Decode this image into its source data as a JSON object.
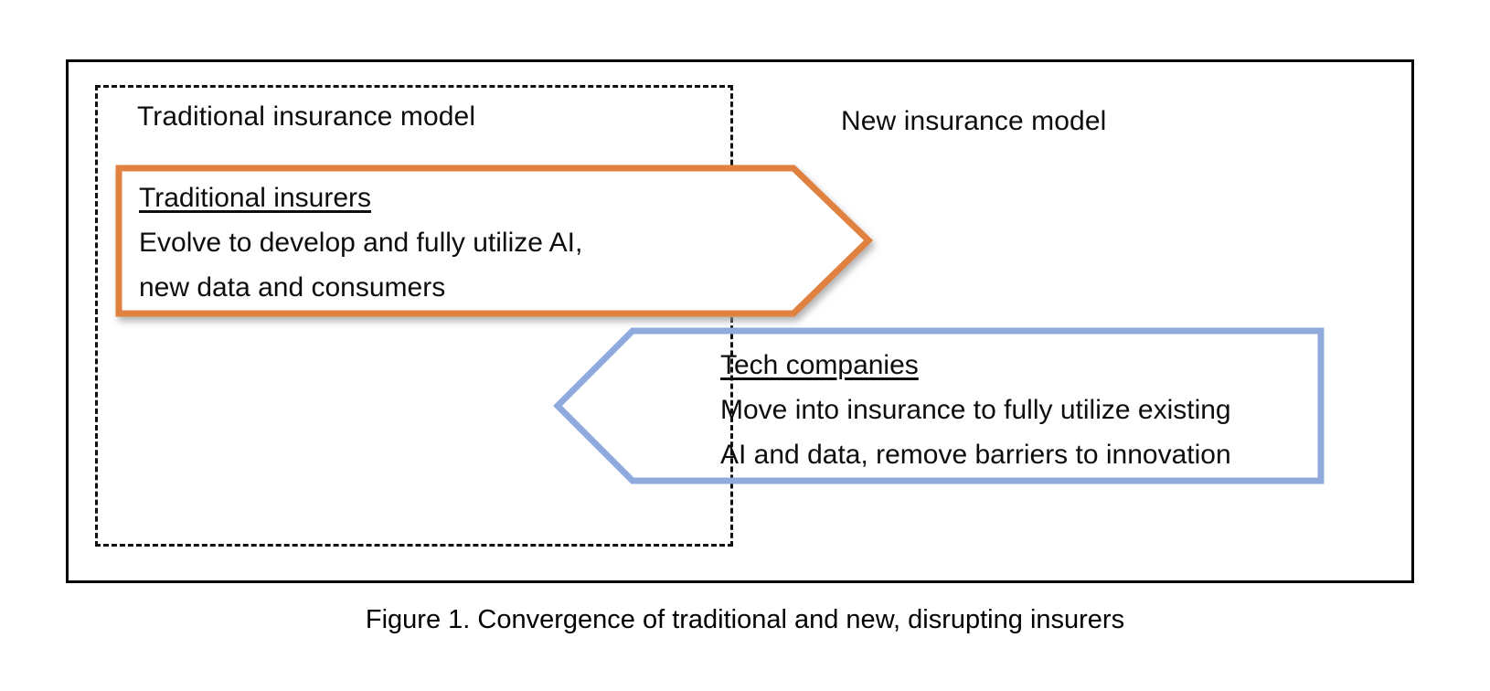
{
  "figure": {
    "caption": "Figure 1. Convergence of traditional and new, disrupting insurers"
  },
  "regions": {
    "traditional": {
      "label": "Traditional insurance model",
      "border_style": "dashed",
      "border_color": "#111111"
    },
    "new": {
      "label": "New insurance model",
      "border_style": "solid",
      "border_color": "#000000"
    }
  },
  "arrows": [
    {
      "id": "traditional-insurers",
      "direction": "right",
      "color": "#E0813F",
      "heading": "Traditional insurers",
      "lines": [
        "Evolve to develop and fully utilize AI,",
        "new data and consumers"
      ]
    },
    {
      "id": "tech-companies",
      "direction": "left",
      "color": "#8FAADC",
      "heading": "Tech companies",
      "lines": [
        "Move into insurance to fully utilize existing",
        "AI and data, remove barriers to innovation"
      ]
    }
  ],
  "chart_data": {
    "type": "diagram",
    "title": "Figure 1. Convergence of traditional and new, disrupting insurers",
    "containers": [
      {
        "name": "Traditional insurance model",
        "style": "dashed rectangle"
      },
      {
        "name": "New insurance model",
        "style": "solid rectangle"
      }
    ],
    "flows": [
      {
        "from": "Traditional insurance model",
        "to": "New insurance model",
        "direction": "rightward",
        "color": "#E0813F",
        "actor": "Traditional insurers",
        "description": "Evolve to develop and fully utilize AI, new data and consumers"
      },
      {
        "from": "New insurance model",
        "to": "Traditional insurance model",
        "direction": "leftward",
        "color": "#8FAADC",
        "actor": "Tech companies",
        "description": "Move into insurance to fully utilize existing AI and data, remove barriers to innovation"
      }
    ]
  }
}
